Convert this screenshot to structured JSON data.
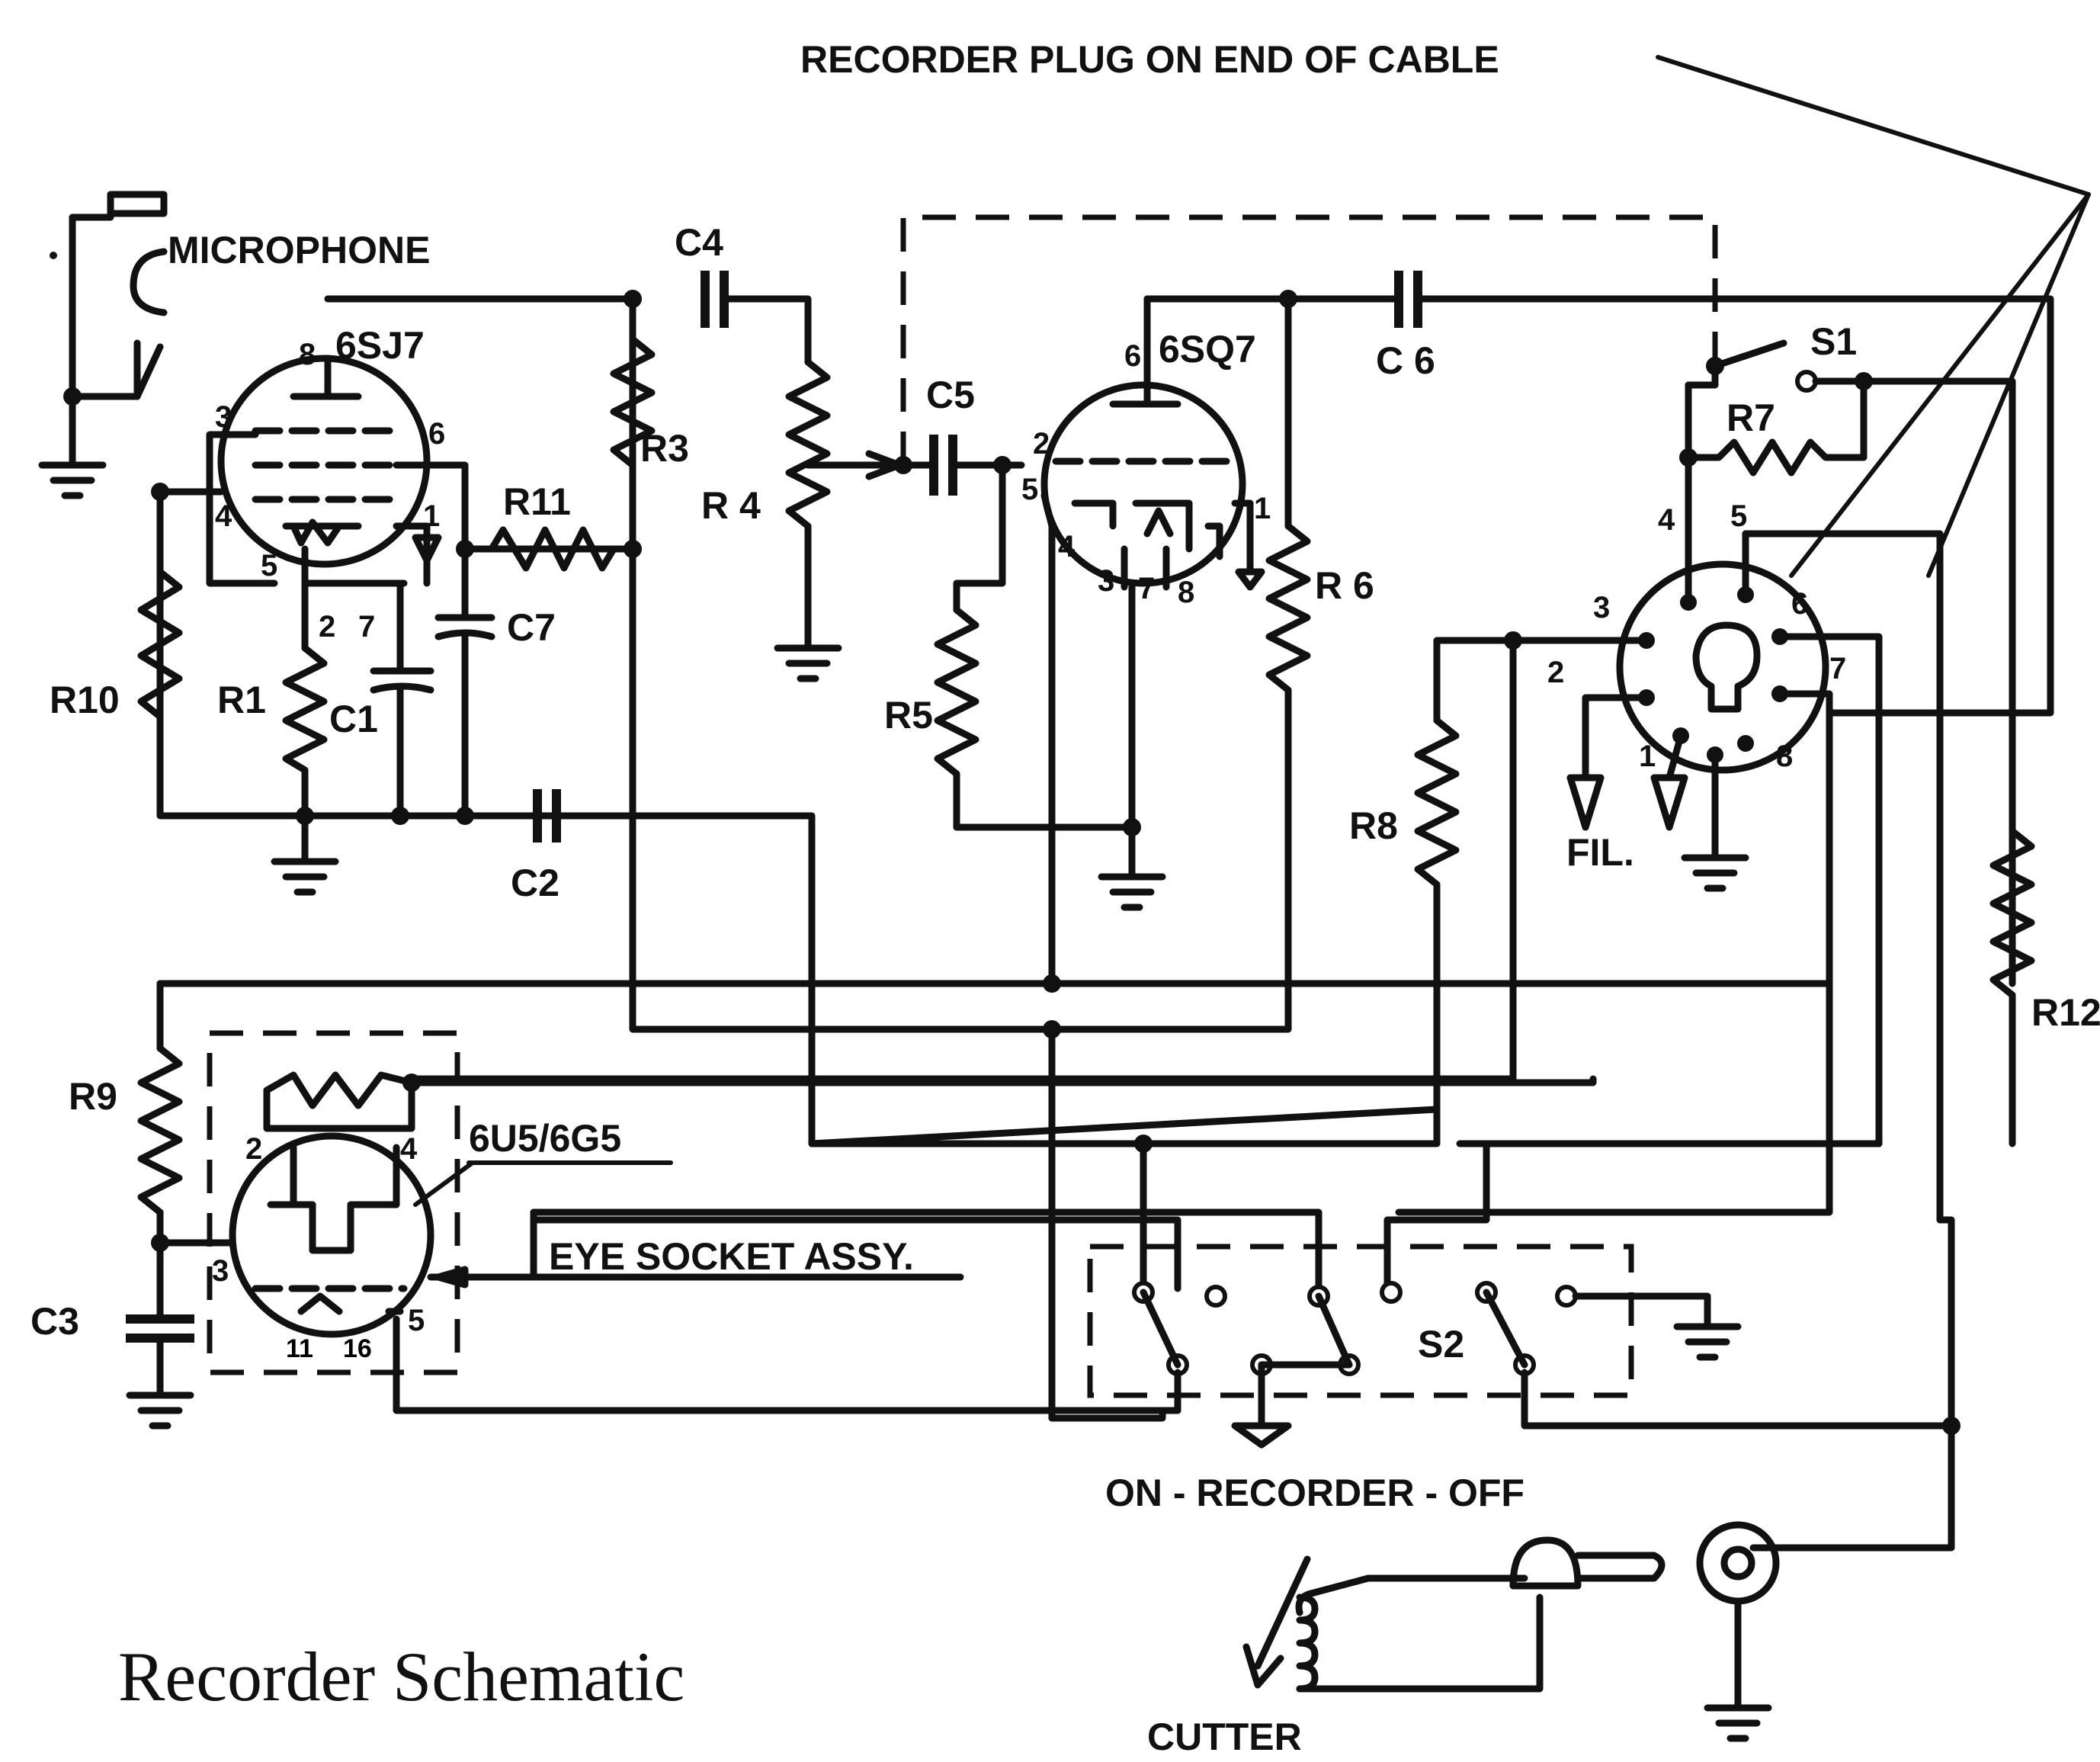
{
  "diagram": {
    "title": "Recorder Schematic",
    "annotations": {
      "recorder_plug": "RECORDER PLUG ON END OF CABLE",
      "microphone": "MICROPHONE",
      "eye_socket": "EYE SOCKET ASSY.",
      "switch_positions": "ON - RECORDER - OFF",
      "cutter": "CUTTER",
      "filament": "FIL."
    },
    "tubes": {
      "v1": "6SJ7",
      "v2": "6SQ7",
      "v3": "6U5/6G5"
    },
    "resistors": {
      "r1": "R1",
      "r3": "R3",
      "r4": "R 4",
      "r5": "R5",
      "r6": "R 6",
      "r7": "R7",
      "r8": "R8",
      "r9": "R9",
      "r10": "R10",
      "r11": "R11",
      "r12": "R12"
    },
    "capacitors": {
      "c1": "C1",
      "c2": "C2",
      "c3": "C3",
      "c4": "C4",
      "c5": "C5",
      "c6": "C 6",
      "c7": "C7"
    },
    "switches": {
      "s1": "S1",
      "s2": "S2"
    },
    "pins": {
      "v1": [
        "8",
        "3",
        "6",
        "4",
        "5",
        "1",
        "2",
        "7"
      ],
      "v2": [
        "6",
        "2",
        "5",
        "4",
        "3",
        "7",
        "8",
        "1"
      ],
      "v3": [
        "2",
        "4",
        "3",
        "11",
        "16",
        "5"
      ],
      "plug": [
        "4",
        "5",
        "3",
        "6",
        "2",
        "7",
        "1",
        "8"
      ]
    }
  }
}
